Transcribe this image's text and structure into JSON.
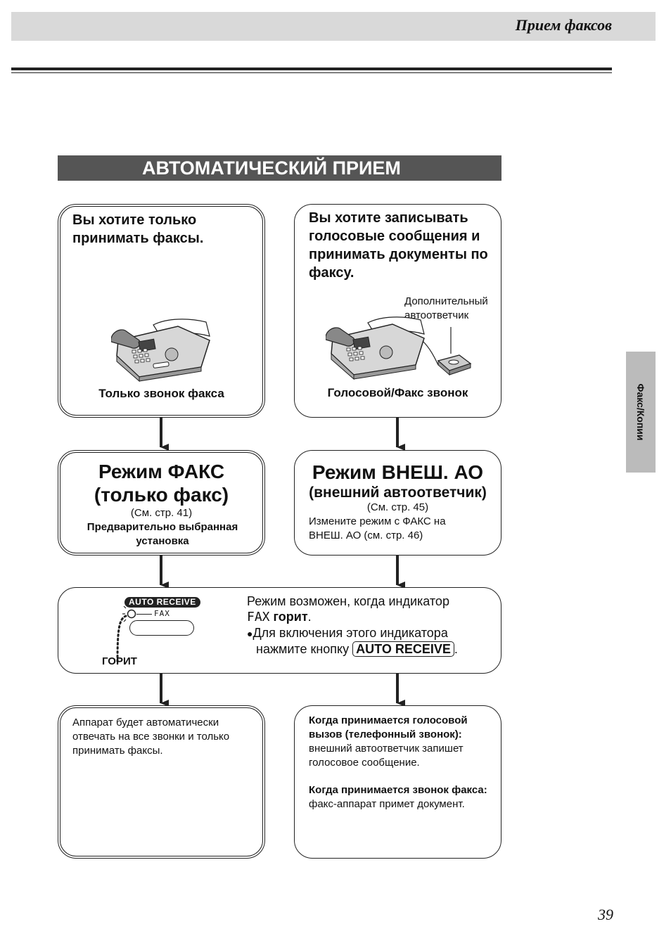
{
  "header": {
    "title": "Прием факсов"
  },
  "section": {
    "title": "АВТОМАТИЧЕСКИЙ ПРИЕМ"
  },
  "side_tab": {
    "label": "Факс/Копии"
  },
  "left_question": {
    "text": "Вы хотите только принимать факсы.",
    "caption": "Только звонок факса"
  },
  "right_question": {
    "text": "Вы хотите записывать голосовые сообщения и принимать документы по факсу.",
    "callout": "Дополнительный автоответчик",
    "caption": "Голосовой/Факс звонок"
  },
  "left_mode": {
    "line1": "Режим ФАКС",
    "line2": "(только факс)",
    "ref": "(См. стр. 41)",
    "preset": "Предварительно выбранная установка"
  },
  "right_mode": {
    "line1": "Режим ВНЕШ. АО",
    "line2": "(внешний автоответчик)",
    "ref": "(См. стр. 45)",
    "note": "Измените режим с ФАКС на ВНЕШ. АО (см. стр. 46)"
  },
  "indicator": {
    "panel_label": "AUTO RECEIVE",
    "fax_label": "FAX",
    "lit_label": "ГОРИТ",
    "text_line1": "Режим возможен, когда индикатор",
    "text_fax": "FAX",
    "text_lit": "горит",
    "period": ".",
    "bullet": "●",
    "bullet_line1": "Для включения этого индикатора",
    "bullet_line2": "нажмите кнопку",
    "button": "AUTO RECEIVE"
  },
  "left_result": {
    "text": "Аппарат будет автоматически отвечать на все звонки и только принимать факсы."
  },
  "right_result": {
    "voice_head": "Когда принимается голосовой вызов (телефонный звонок):",
    "voice_body": "внешний автоответчик запишет голосовое сообщение.",
    "fax_head": "Когда принимается звонок факса:",
    "fax_body": "факс-аппарат примет документ."
  },
  "page_number": "39"
}
